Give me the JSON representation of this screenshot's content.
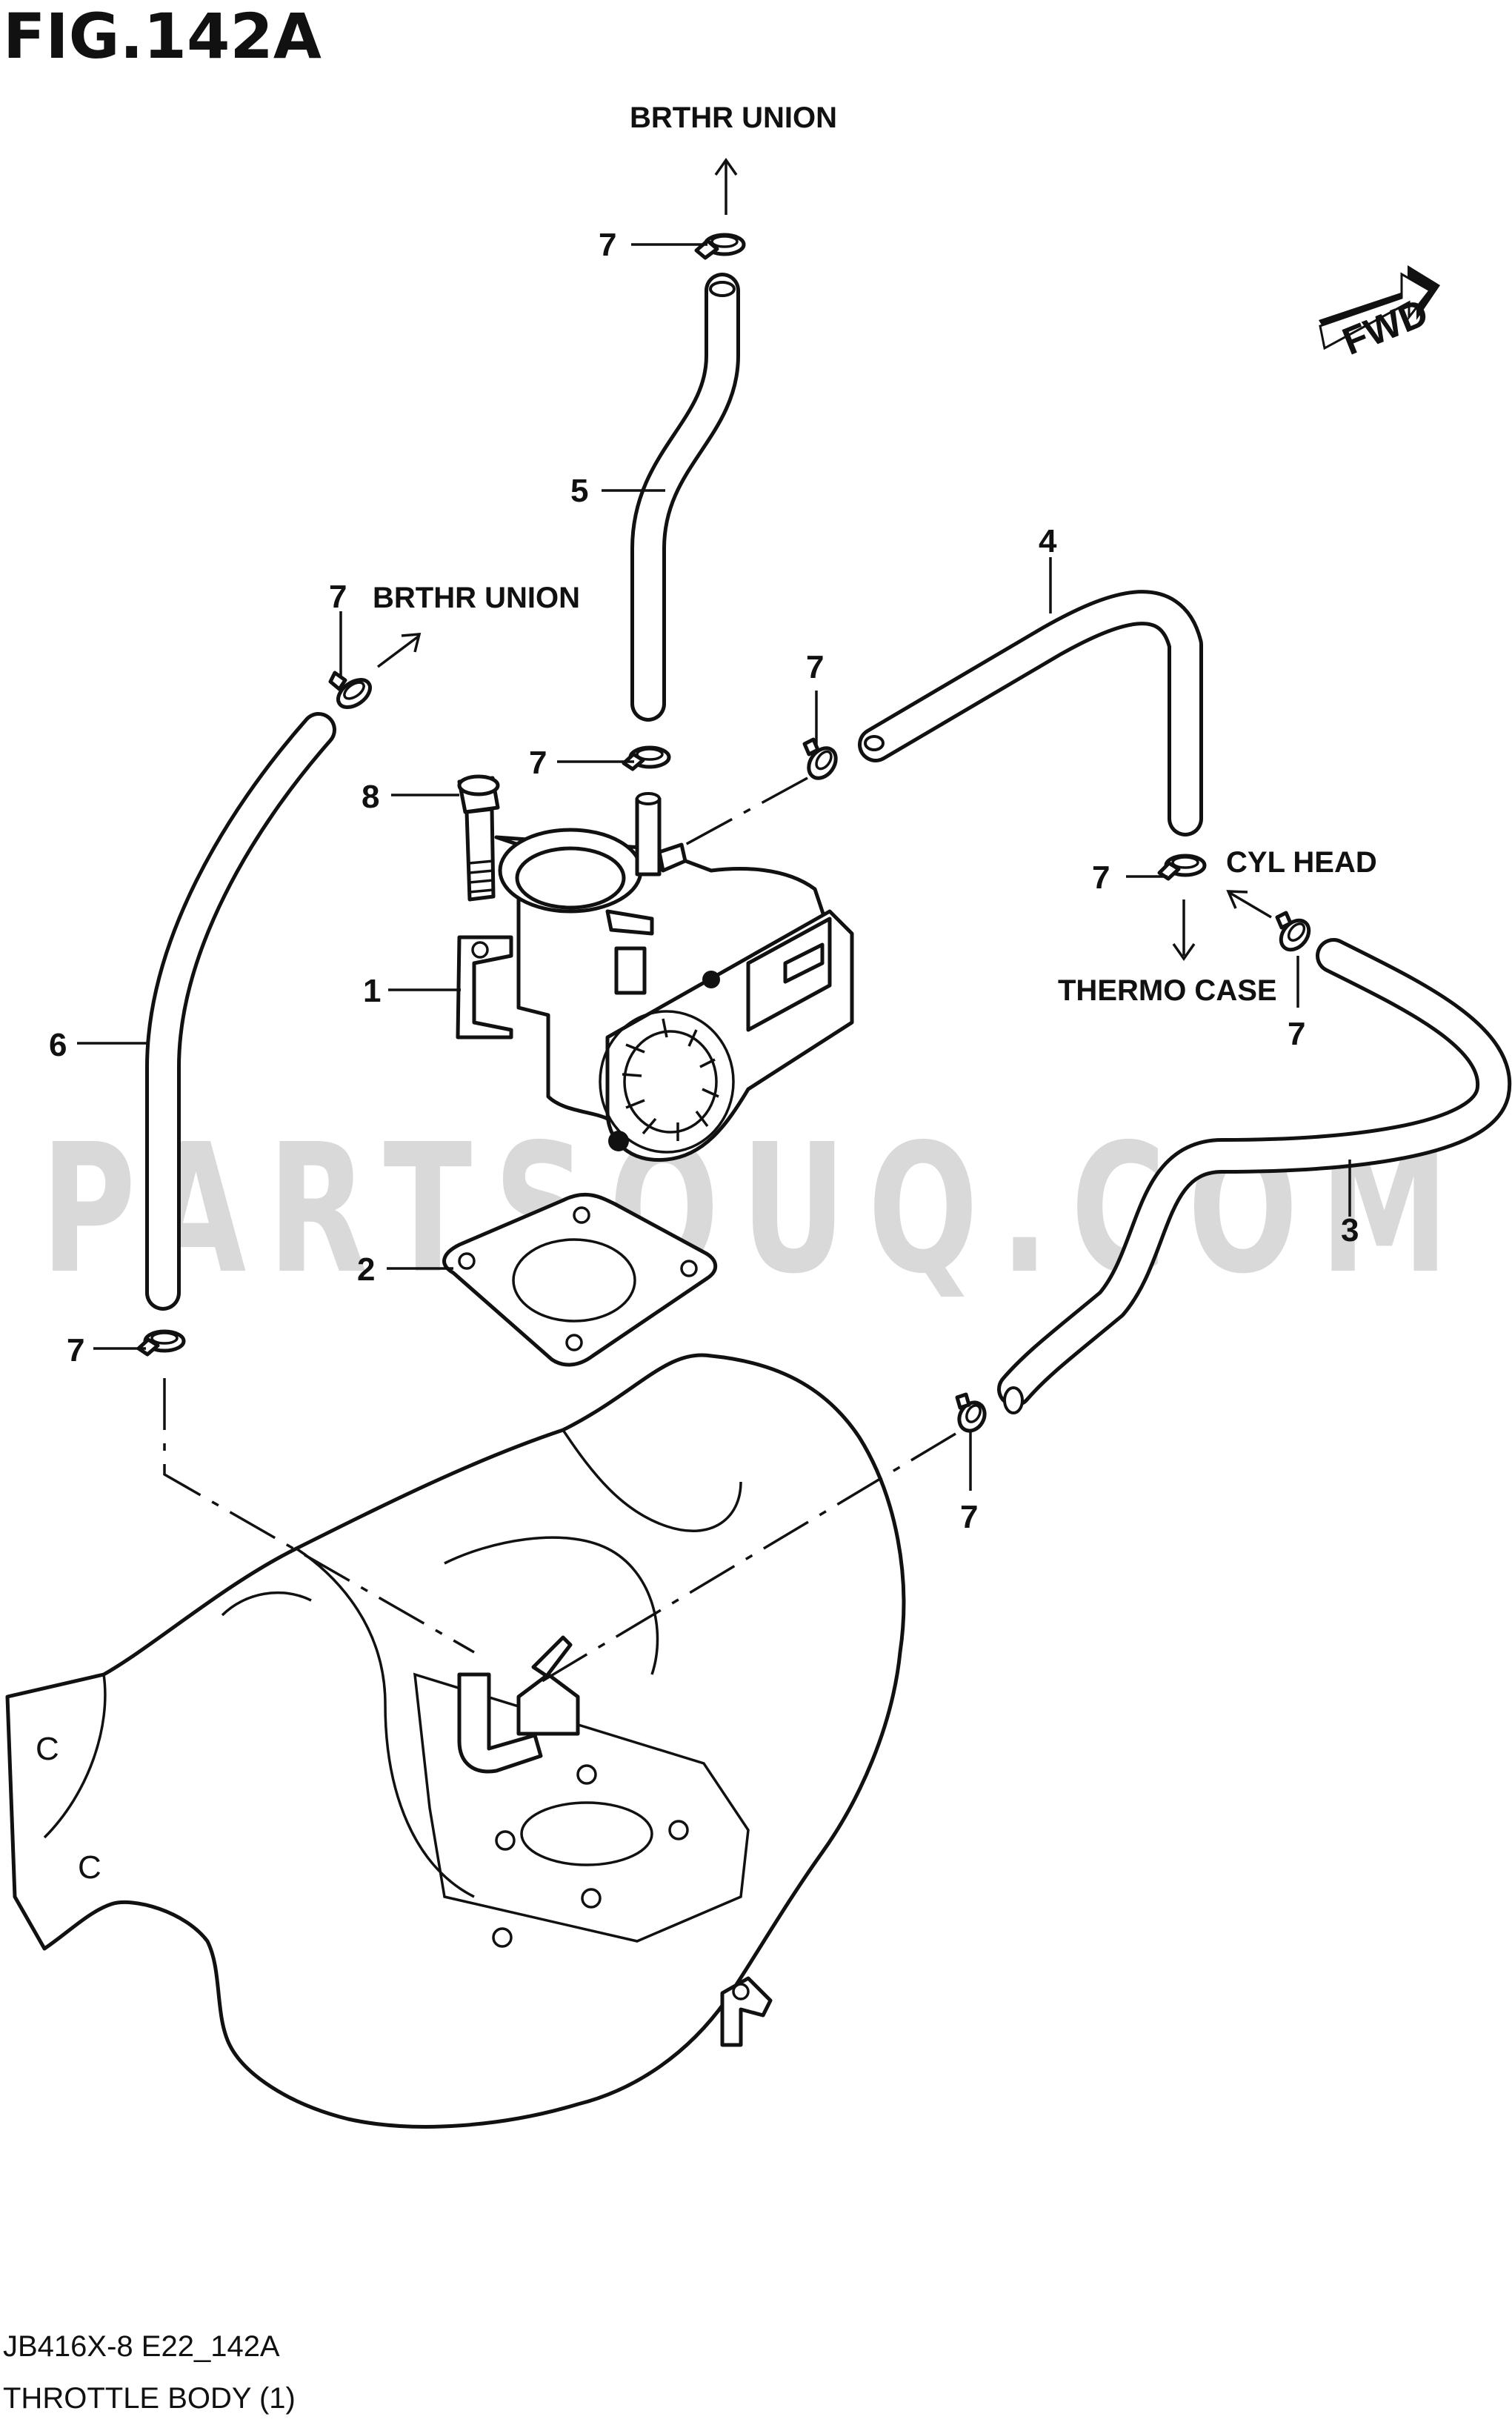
{
  "figure": {
    "title": "FIG.142A",
    "code": "JB416X-8 E22_142A",
    "caption": "THROTTLE BODY (1)",
    "watermark": "PARTSOUQ.COM",
    "fwd": "FWD"
  },
  "connections": {
    "brthr_union_top": "BRTHR UNION",
    "brthr_union_left": "BRTHR UNION",
    "cyl_head": "CYL HEAD",
    "thermo_case": "THERMO CASE"
  },
  "callouts": {
    "c1": "1",
    "c2": "2",
    "c3": "3",
    "c4": "4",
    "c5": "5",
    "c6": "6",
    "c7": "7",
    "c8": "8"
  },
  "icons": {
    "arrow": "arrow-icon",
    "clamp": "hose-clamp-icon",
    "fwd": "fwd-arrow-icon"
  }
}
